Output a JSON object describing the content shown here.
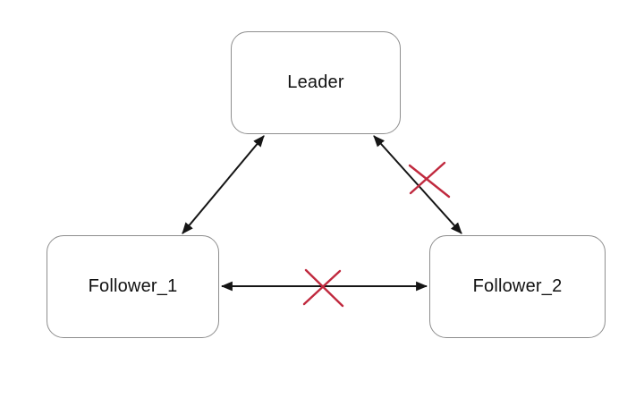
{
  "diagram": {
    "nodes": [
      {
        "id": "leader",
        "label": "Leader"
      },
      {
        "id": "follower_1",
        "label": "Follower_1"
      },
      {
        "id": "follower_2",
        "label": "Follower_2"
      }
    ],
    "edges": [
      {
        "from": "Leader",
        "to": "Follower_1",
        "style": "double-arrow",
        "crossed_out": false
      },
      {
        "from": "Leader",
        "to": "Follower_2",
        "style": "double-arrow",
        "crossed_out": true
      },
      {
        "from": "Follower_1",
        "to": "Follower_2",
        "style": "double-arrow",
        "crossed_out": true
      }
    ],
    "colors": {
      "background": "#ffffff",
      "node_fill": "#ffffff",
      "node_border": "#8e8e8e",
      "node_text": "#111111",
      "arrow": "#151515",
      "crossed_out_x": "#c0293e"
    }
  }
}
